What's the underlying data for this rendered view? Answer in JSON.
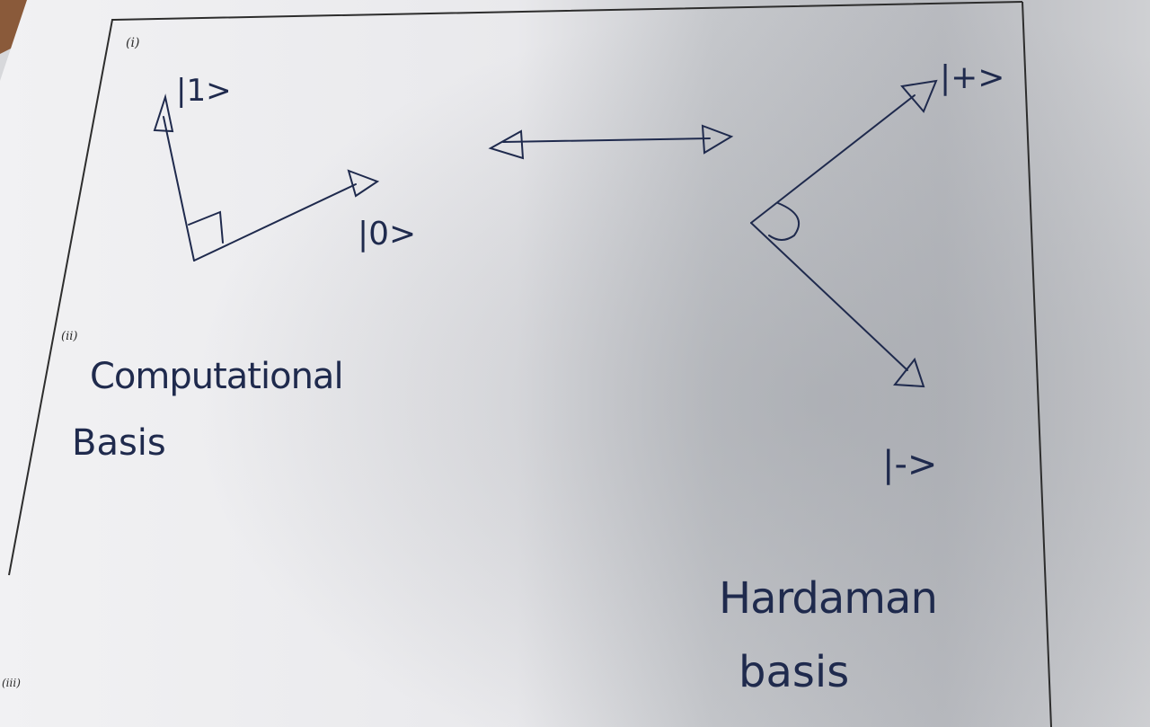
{
  "labels": {
    "part_i": "(i)",
    "part_ii": "(ii)",
    "part_iii": "(iii)",
    "ket_zero": "|0>",
    "ket_one": "|1>",
    "ket_plus": "|+>",
    "ket_minus": "|->",
    "computational_line1": "Computational",
    "computational_line2": "Basis",
    "hardaman_line1": "Hardaman",
    "hardaman_line2": "basis"
  }
}
